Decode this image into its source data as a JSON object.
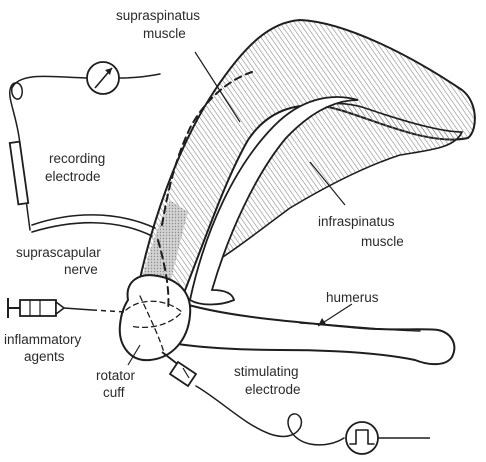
{
  "labels": {
    "supraspinatus_line1": "supraspinatus",
    "supraspinatus_line2": "muscle",
    "recording_line1": "recording",
    "recording_line2": "electrode",
    "infraspinatus_line1": "infraspinatus",
    "infraspinatus_line2": "muscle",
    "suprascapular_line1": "suprascapular",
    "suprascapular_line2": "nerve",
    "humerus": "humerus",
    "inflammatory_line1": "inflammatory",
    "inflammatory_line2": "agents",
    "rotator_line1": "rotator",
    "rotator_line2": "cuff",
    "stimulating_line1": "stimulating",
    "stimulating_line2": "electrode"
  },
  "colors": {
    "ink": "#1e1e1e",
    "hatch": "#8a8a8a",
    "shade": "#bdbdbd"
  }
}
